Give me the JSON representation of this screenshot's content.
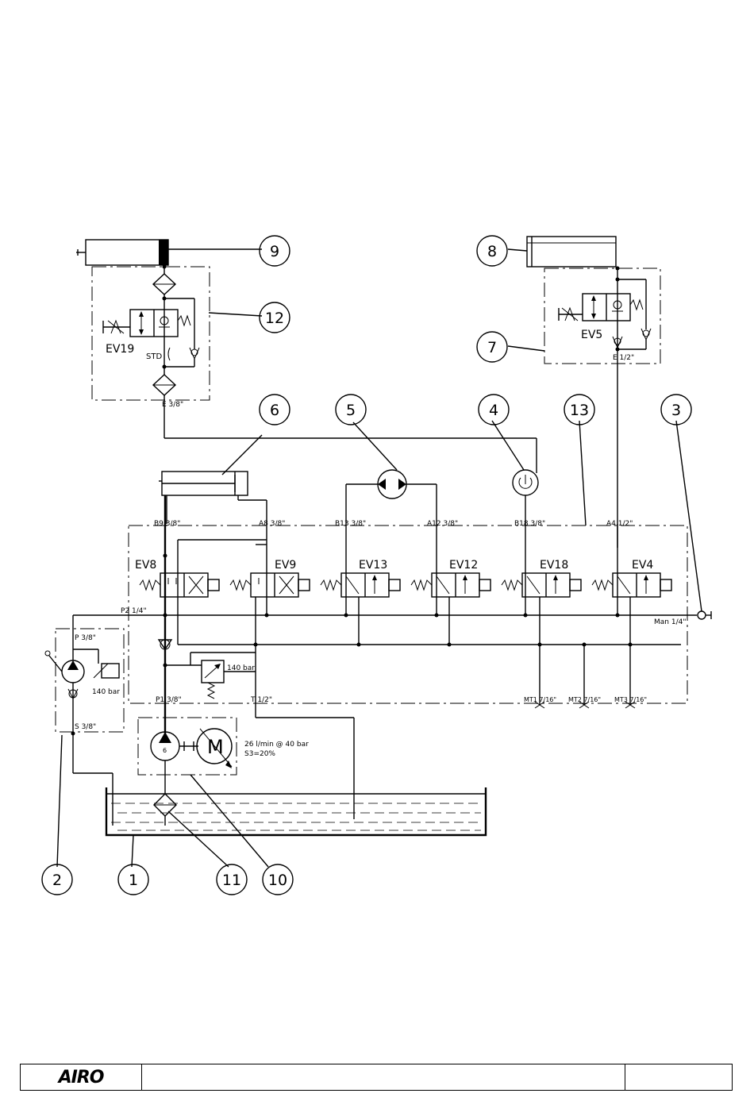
{
  "colors": {
    "ink": "#000000",
    "paper": "#ffffff"
  },
  "callouts": [
    "9",
    "8",
    "12",
    "7",
    "6",
    "5",
    "4",
    "13",
    "3",
    "2",
    "1",
    "11",
    "10"
  ],
  "valves": {
    "ev19": "EV19",
    "ev5": "EV5",
    "ev8": "EV8",
    "ev9": "EV9",
    "ev13": "EV13",
    "ev12": "EV12",
    "ev18": "EV18",
    "ev4": "EV4"
  },
  "labels": {
    "std": "STD",
    "e_38": "E 3/8\"",
    "e_12": "E 1/2\"",
    "b9": "B9 3/8\"",
    "a8": "A8 3/8\"",
    "b13": "B13 3/8\"",
    "a12": "A12 3/8\"",
    "b18": "B18 3/8\"",
    "a4": "A4 1/2\"",
    "p2": "P2 1/4\"",
    "man": "Man  1/4\"",
    "p_38": "P 3/8\"",
    "s_38": "S 3/8\"",
    "bar140_hand": "140 bar",
    "bar140_relief": "140 bar",
    "p1": "P1 3/8\"",
    "t": "T 1/2\"",
    "mt1": "MT1 7/16\"",
    "mt2": "MT2 7/16\"",
    "mt3": "MT3 7/16\"",
    "pump_flow": "26 l/min @ 40 bar",
    "pump_duty": "S3=20%",
    "motor": "M",
    "pump_num": "6"
  },
  "footer": {
    "logo": "AIRO",
    "title": "",
    "code": ""
  }
}
